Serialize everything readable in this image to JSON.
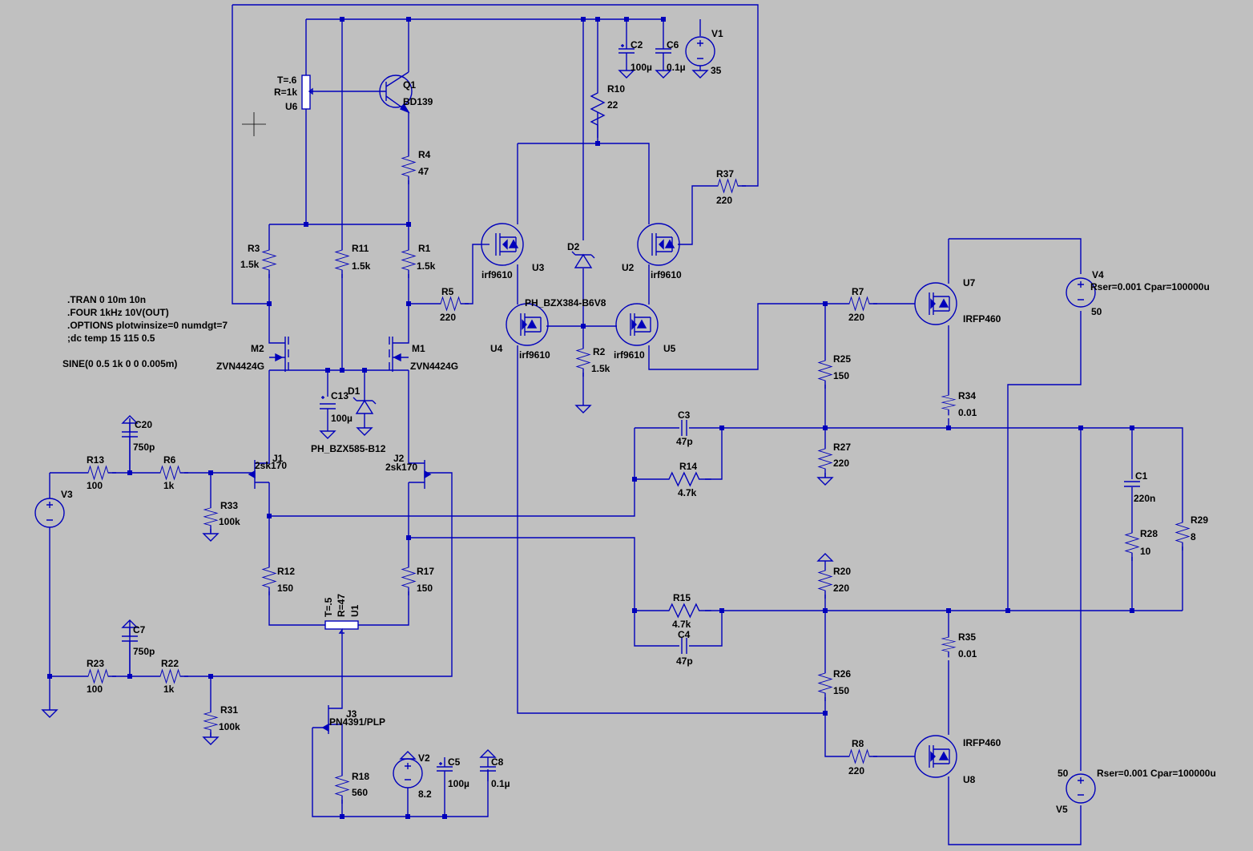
{
  "spice": [
    ".TRAN 0 10m 10n",
    ".FOUR 1kHz 10V(OUT)",
    ".OPTIONS plotwinsize=0 numdgt=7",
    ";dc temp 15 115 0.5",
    "SINE(0 0.5 1k 0 0 0.005m)"
  ],
  "labels": {
    "V1": "V1",
    "V1_val": "35",
    "C2": "C2",
    "C2_val": "100µ",
    "C6": "C6",
    "C6_val": "0.1µ",
    "R10": "R10",
    "R10_val": "22",
    "Q1": "Q1",
    "Q1_val": "BD139",
    "U6_T": "T=.6",
    "U6_R": "R=1k",
    "U6": "U6",
    "R4": "R4",
    "R4_val": "47",
    "R37": "R37",
    "R37_val": "220",
    "R3": "R3",
    "R3_val": "1.5k",
    "R11": "R11",
    "R11_val": "1.5k",
    "R1": "R1",
    "R1_val": "1.5k",
    "R5": "R5",
    "R5_val": "220",
    "U3": "U3",
    "U3_val": "irf9610",
    "D2": "D2",
    "D2_val": "PH_BZX384-B6V8",
    "U2": "U2",
    "U2_val": "irf9610",
    "U4": "U4",
    "U4_val": "irf9610",
    "U5": "U5",
    "U5_val": "irf9610",
    "R2": "R2",
    "R2_val": "1.5k",
    "M2": "M2",
    "M2_val": "ZVN4424G",
    "M1": "M1",
    "M1_val": "ZVN4424G",
    "D1": "D1",
    "D1_val": "PH_BZX585-B12",
    "C13": "C13",
    "C13_val": "100µ",
    "R7": "R7",
    "R7_val": "220",
    "U7": "U7",
    "U7_val": "IRFP460",
    "V4": "V4",
    "V4_par": "Rser=0.001 Cpar=100000u",
    "V4_val": "50",
    "R25": "R25",
    "R25_val": "150",
    "R34": "R34",
    "R34_val": "0.01",
    "C3": "C3",
    "C3_val": "47p",
    "R27": "R27",
    "R27_val": "220",
    "R14": "R14",
    "R14_val": "4.7k",
    "C1": "C1",
    "C1_val": "220n",
    "R28": "R28",
    "R28_val": "10",
    "R29": "R29",
    "R29_val": "8",
    "C20": "C20",
    "C20_val": "750p",
    "R13": "R13",
    "R13_val": "100",
    "R6": "R6",
    "R6_val": "1k",
    "J1": "J1",
    "J1_val": "2sk170",
    "J2": "J2",
    "J2_val": "2sk170",
    "R33": "R33",
    "R33_val": "100k",
    "V3": "V3",
    "R12": "R12",
    "R12_val": "150",
    "R17": "R17",
    "R17_val": "150",
    "U1_T": "T=.5",
    "U1_R": "R=47",
    "U1": "U1",
    "R20": "R20",
    "R20_val": "220",
    "R15": "R15",
    "R15_val": "4.7k",
    "C4": "C4",
    "C4_val": "47p",
    "R35": "R35",
    "R35_val": "0.01",
    "C7": "C7",
    "C7_val": "750p",
    "R23": "R23",
    "R23_val": "100",
    "R22": "R22",
    "R22_val": "1k",
    "R31": "R31",
    "R31_val": "100k",
    "R26": "R26",
    "R26_val": "150",
    "J3": "J3",
    "J3_val": "PN4391/PLP",
    "R8": "R8",
    "R8_val": "220",
    "U8": "U8",
    "U8_val": "IRFP460",
    "V2": "V2",
    "V2_val": "8.2",
    "C5": "C5",
    "C5_val": "100µ",
    "C8": "C8",
    "C8_val": "0.1µ",
    "R18": "R18",
    "R18_val": "560",
    "V5": "V5",
    "V5_par": "Rser=0.001 Cpar=100000u",
    "V5_val": "50"
  }
}
